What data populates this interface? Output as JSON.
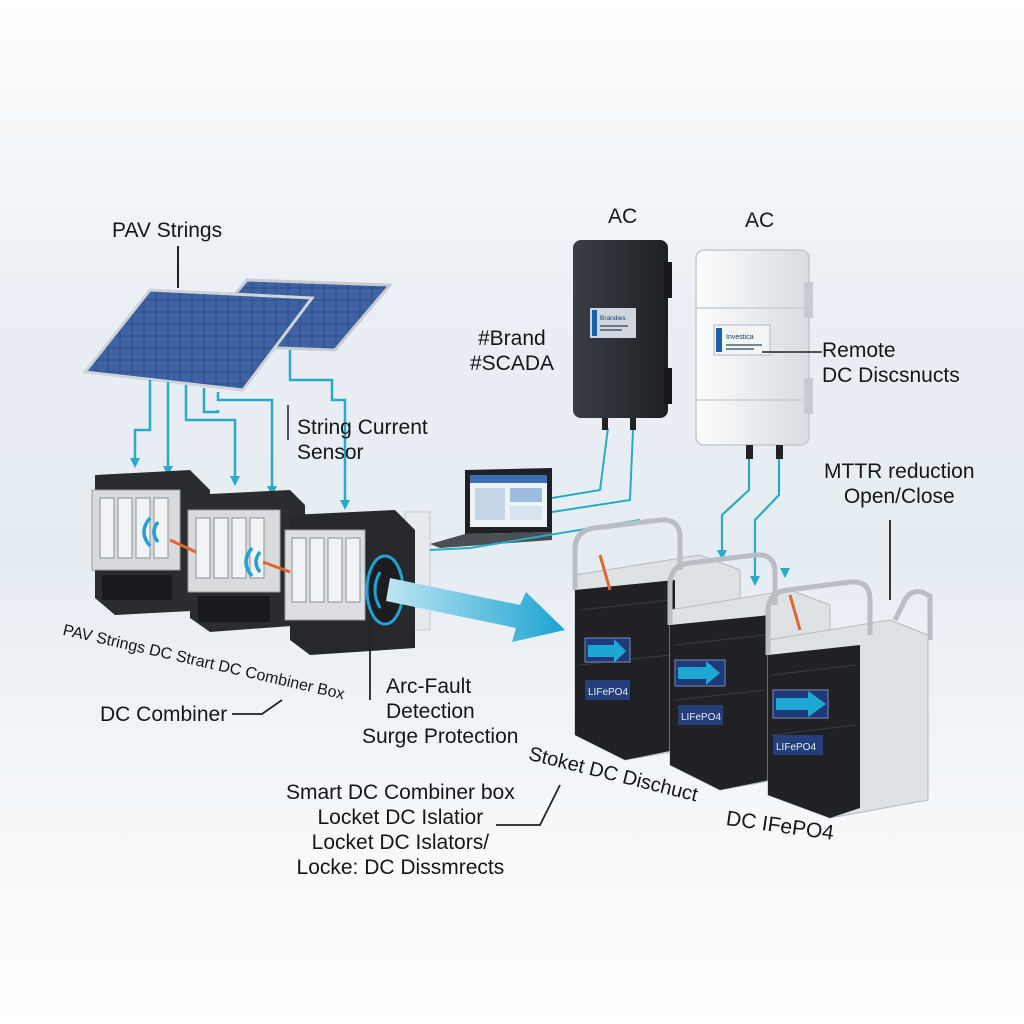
{
  "labels": {
    "pv_strings": "PAV Strings",
    "ac_left": "AC",
    "ac_right": "AC",
    "brand": "#Brand",
    "scada": "#SCADA",
    "remote_1": "Remote",
    "remote_2": "DC Discsnucts",
    "string_current_1": "String Current",
    "string_current_2": "Sensor",
    "mttr_1": "MTTR reduction",
    "mttr_2": "Open/Close",
    "combiner_box": "PAV Strings DC Strart DC Combiner Box",
    "dc_combiner": "DC Combiner",
    "arc_1": "Arc-Fault",
    "arc_2": "Detection",
    "arc_3": "Surge Protection",
    "stoket": "Stoket DC Dischuct",
    "smart_1": "Smart DC Combiner box",
    "smart_2": "Locket DC Islatior",
    "smart_3": "Locket DC Islators/",
    "smart_4": "Locke: DC Dissmrects",
    "dc_ifepo4": "DC IFePO4"
  },
  "inverter_left_text": "Brandies",
  "inverter_right_text": "Investica",
  "battery_label_1": "LIFePO4",
  "battery_label_2": "LIFePO4",
  "battery_label_3": "LIFePO4",
  "colors": {
    "cable": "#2aa9c9",
    "arrow": "#1ea7d3",
    "panel": "#2c4a86",
    "inverter_dark": "#2a2d31",
    "inverter_light": "#eef0f2",
    "battery": "#1d1f22",
    "rack": "#b9bec4"
  }
}
